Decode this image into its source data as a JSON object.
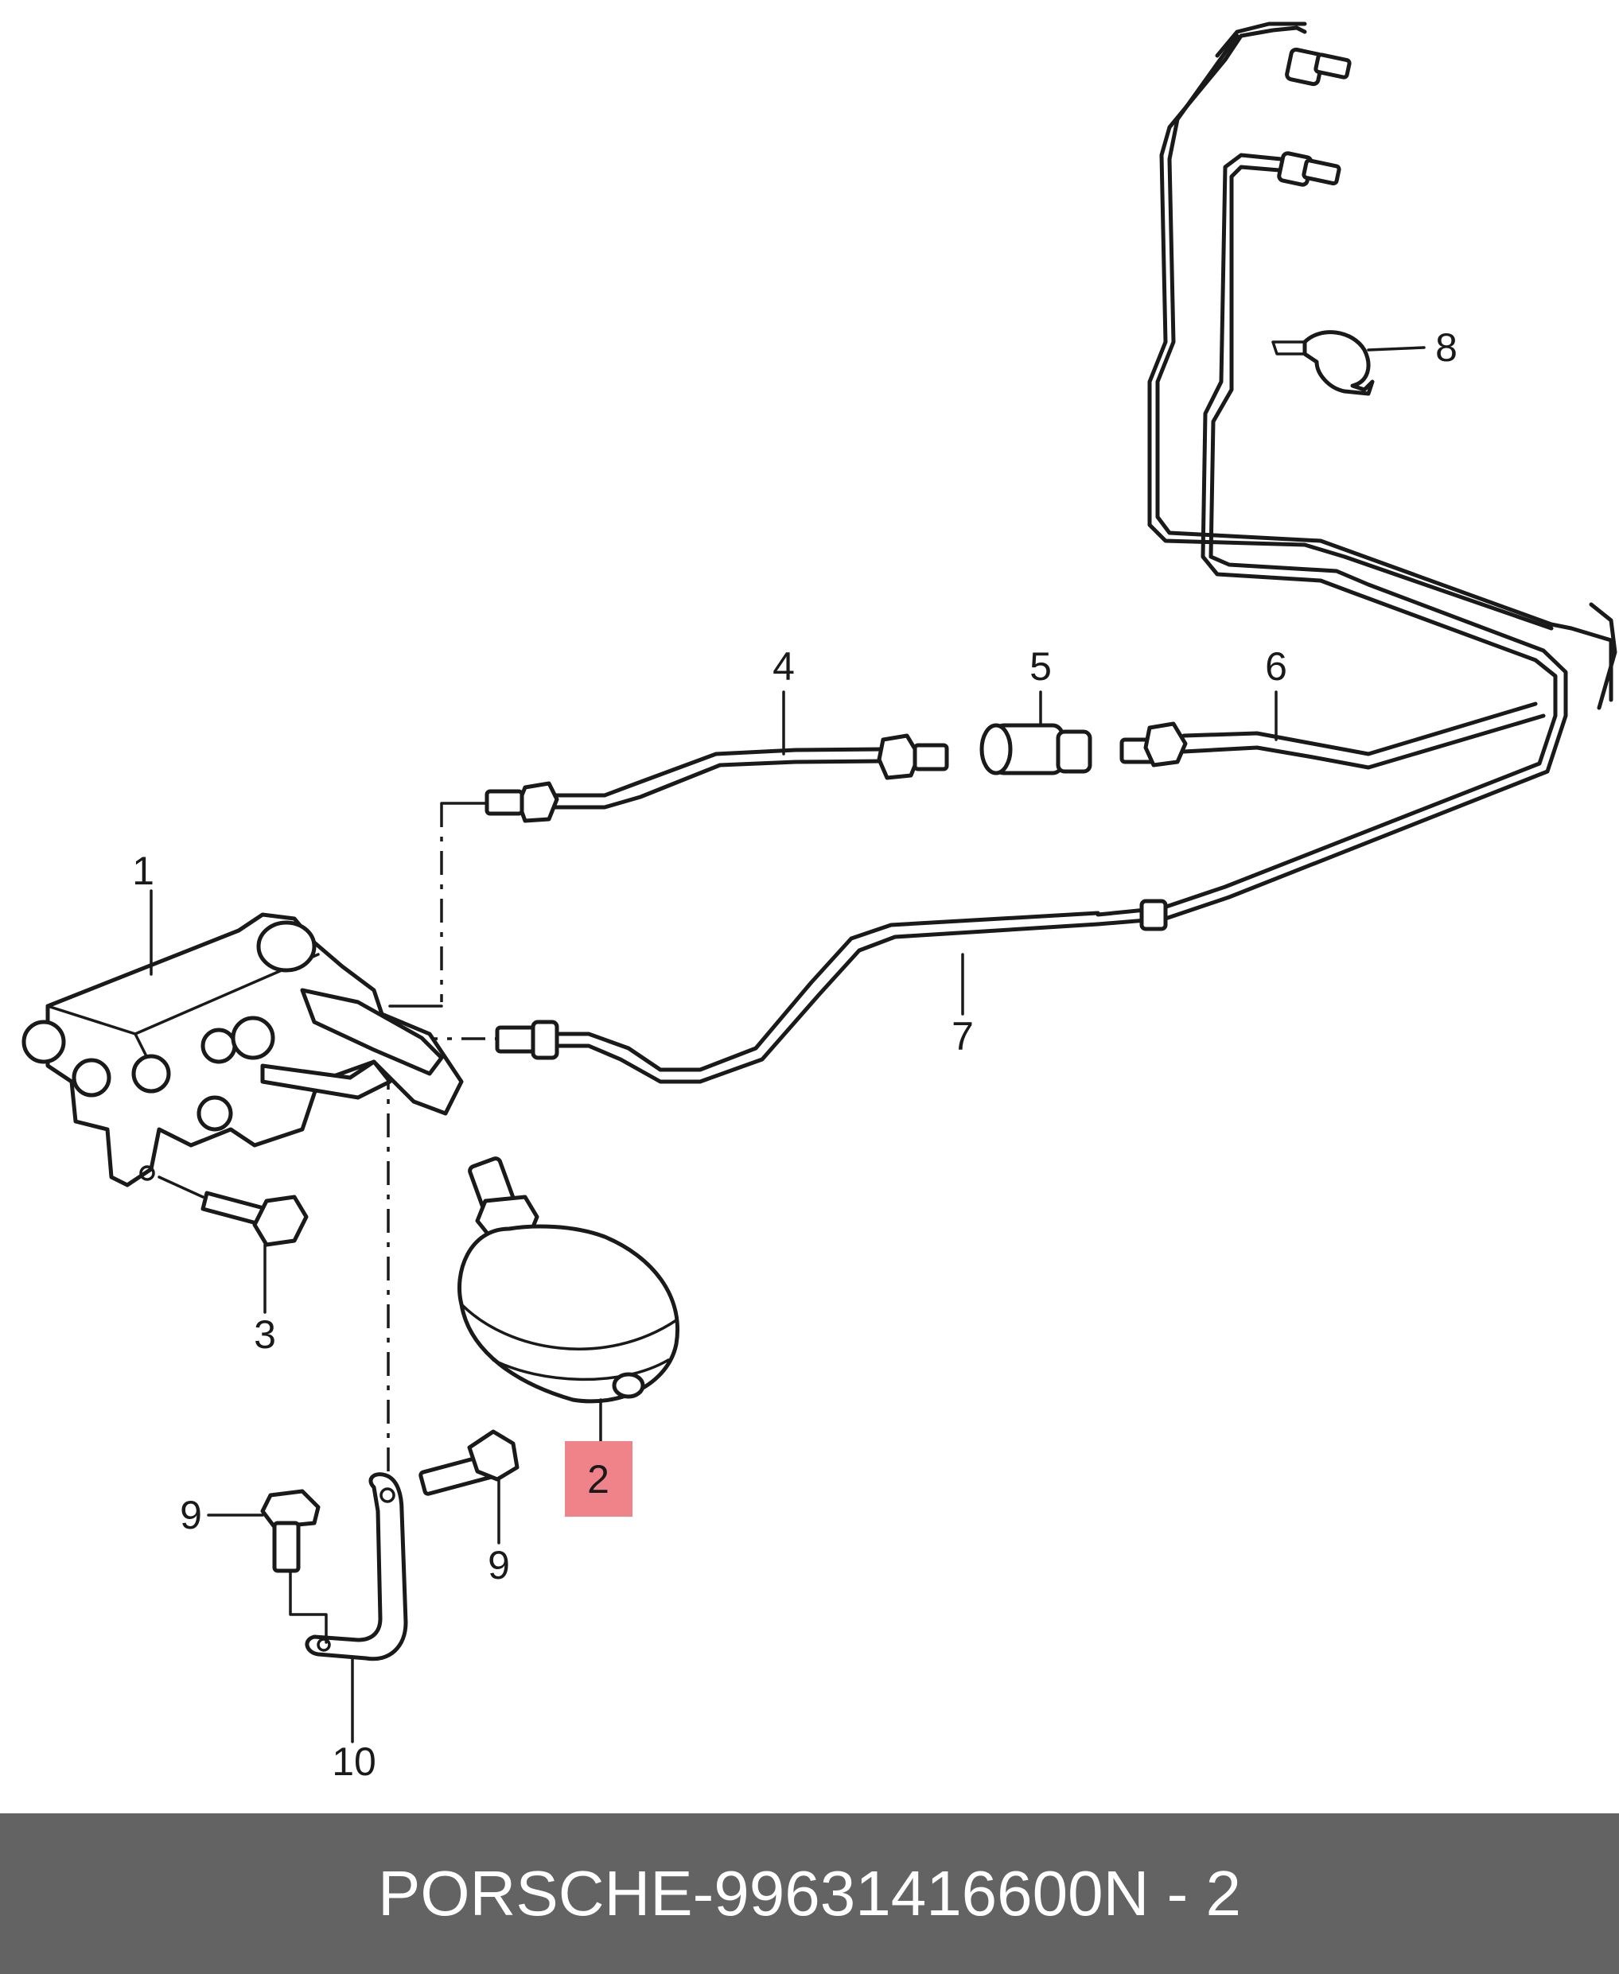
{
  "callouts": [
    {
      "id": "1",
      "label": "1"
    },
    {
      "id": "2",
      "label": "2",
      "highlighted": true
    },
    {
      "id": "3",
      "label": "3"
    },
    {
      "id": "4",
      "label": "4"
    },
    {
      "id": "5",
      "label": "5"
    },
    {
      "id": "6",
      "label": "6"
    },
    {
      "id": "7",
      "label": "7"
    },
    {
      "id": "8",
      "label": "8"
    },
    {
      "id": "9a",
      "label": "9"
    },
    {
      "id": "9b",
      "label": "9"
    },
    {
      "id": "10",
      "label": "10"
    }
  ],
  "footer": {
    "brand": "PORSCHE",
    "separator": "-",
    "part_number": "99631416600",
    "diagram_ref": "N - 2"
  },
  "colors": {
    "highlight": "#f0828a",
    "footer_bg": "#636363",
    "footer_text": "#ffffff"
  }
}
